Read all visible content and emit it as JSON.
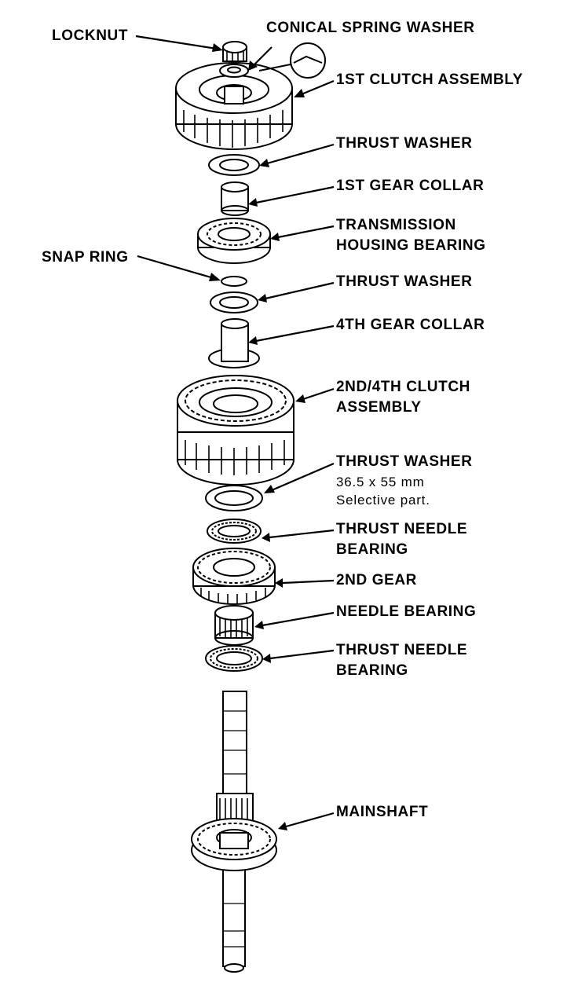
{
  "labels": {
    "locknut": "LOCKNUT",
    "conical_spring_washer": "CONICAL SPRING WASHER",
    "first_clutch_assembly": "1ST CLUTCH ASSEMBLY",
    "thrust_washer_1": "THRUST WASHER",
    "first_gear_collar": "1ST GEAR COLLAR",
    "transmission_housing_bearing": [
      "TRANSMISSION",
      "HOUSING BEARING"
    ],
    "snap_ring": "SNAP RING",
    "thrust_washer_2": "THRUST WASHER",
    "fourth_gear_collar": "4TH GEAR COLLAR",
    "second_fourth_clutch_assembly": [
      "2ND/4TH CLUTCH",
      "ASSEMBLY"
    ],
    "thrust_washer_3": "THRUST WASHER",
    "thrust_washer_3_size": "36.5 x 55 mm",
    "thrust_washer_3_note": "Selective part.",
    "thrust_needle_bearing_1": [
      "THRUST NEEDLE",
      "BEARING"
    ],
    "second_gear": "2ND GEAR",
    "needle_bearing": "NEEDLE BEARING",
    "thrust_needle_bearing_2": [
      "THRUST NEEDLE",
      "BEARING"
    ],
    "mainshaft": "MAINSHAFT"
  }
}
